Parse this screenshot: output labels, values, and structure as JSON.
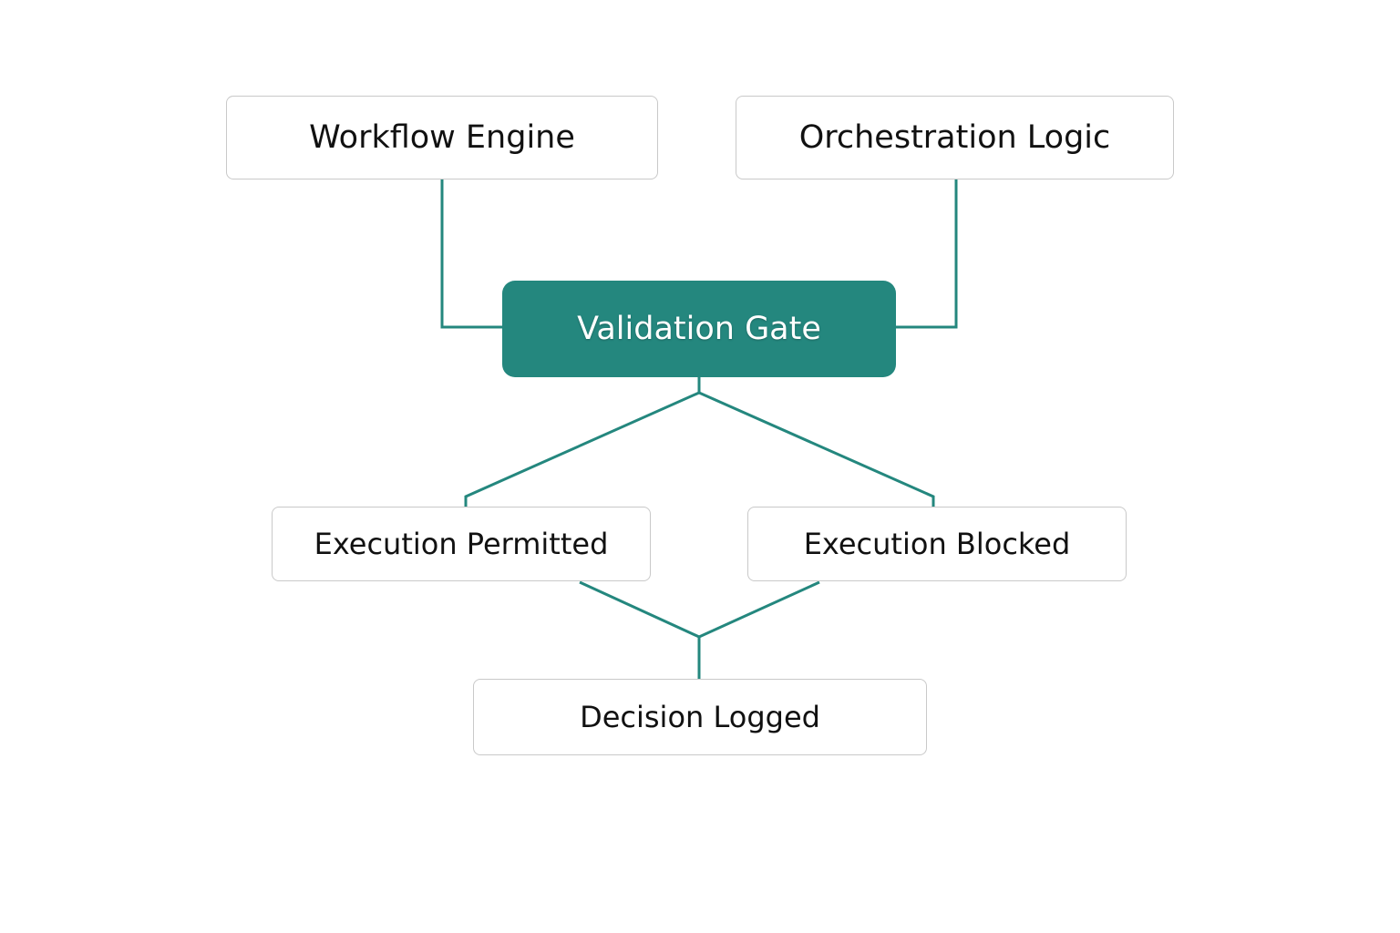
{
  "diagram": {
    "accent_color": "#24877e",
    "nodes": {
      "workflow_engine": "Workflow Engine",
      "orchestration_logic": "Orchestration Logic",
      "validation_gate": "Validation Gate",
      "execution_permitted": "Execution Permitted",
      "execution_blocked": "Execution Blocked",
      "decision_logged": "Decision Logged"
    },
    "edges": [
      {
        "from": "Workflow Engine",
        "to": "Validation Gate"
      },
      {
        "from": "Orchestration Logic",
        "to": "Validation Gate"
      },
      {
        "from": "Validation Gate",
        "to": "Execution Permitted"
      },
      {
        "from": "Validation Gate",
        "to": "Execution Blocked"
      },
      {
        "from": "Execution Permitted",
        "to": "Decision Logged"
      },
      {
        "from": "Execution Blocked",
        "to": "Decision Logged"
      }
    ]
  }
}
